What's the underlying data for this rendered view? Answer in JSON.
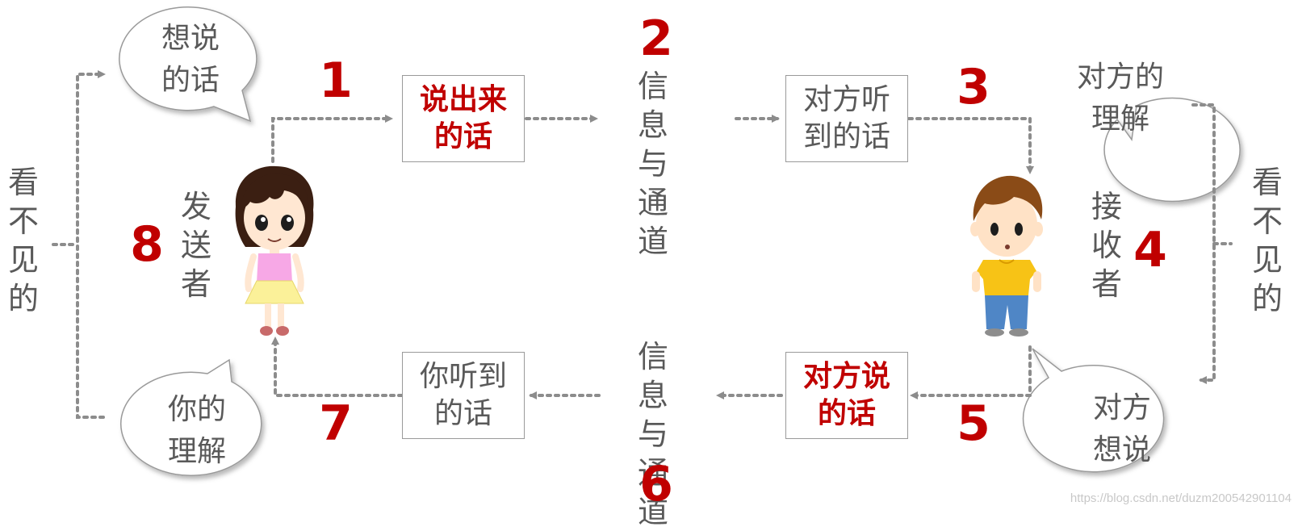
{
  "nodes": {
    "left_side": "看不见的",
    "right_side": "看不见的",
    "sender_thought": "想说的话",
    "sender_label": "发送者",
    "spoken": "说出来的话",
    "channel_top": "信息与通道",
    "heard": "对方听到的话",
    "receiver_understanding": "对方的理解",
    "receiver_label": "接收者",
    "receiver_intent": "对方想说",
    "receiver_spoken": "对方说的话",
    "channel_bottom": "信息与通道",
    "you_heard": "你听到的话",
    "your_understanding": "你的理解"
  },
  "steps": [
    "1",
    "2",
    "3",
    "4",
    "5",
    "6",
    "7",
    "8"
  ],
  "watermark": "https://blog.csdn.net/duzm200542901104",
  "colors": {
    "highlight": "#c00000",
    "text": "#595959",
    "arrow": "#8c8c8c",
    "box_border": "#9a9a9a"
  }
}
